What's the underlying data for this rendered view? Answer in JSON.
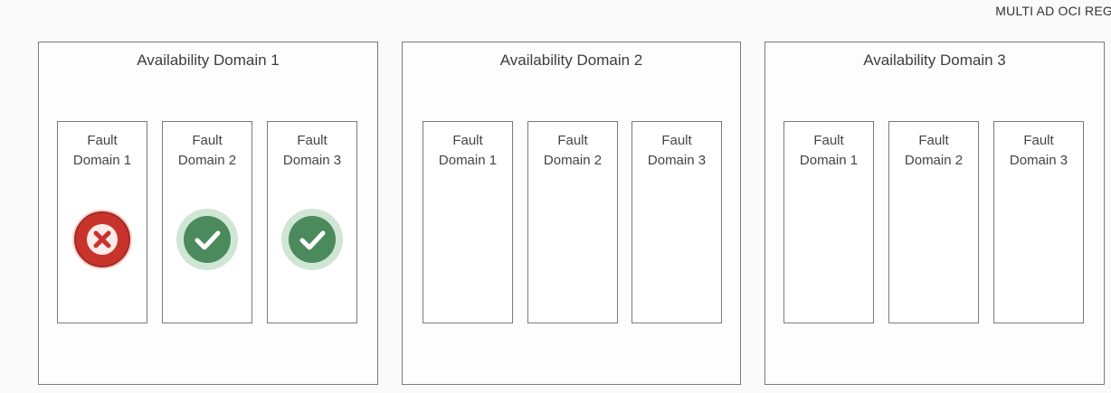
{
  "region": {
    "title": "MULTI AD OCI REG"
  },
  "availability_domains": [
    {
      "title": "Availability Domain 1",
      "fault_domains": [
        {
          "line1": "Fault",
          "line2": "Domain 1",
          "status": "failed",
          "icon": "x-circle-icon",
          "color": "#c8342c"
        },
        {
          "line1": "Fault",
          "line2": "Domain 2",
          "status": "ok",
          "icon": "check-circle-icon",
          "color": "#4a8a5c"
        },
        {
          "line1": "Fault",
          "line2": "Domain 3",
          "status": "ok",
          "icon": "check-circle-icon",
          "color": "#4a8a5c"
        }
      ]
    },
    {
      "title": "Availability Domain 2",
      "fault_domains": [
        {
          "line1": "Fault",
          "line2": "Domain 1"
        },
        {
          "line1": "Fault",
          "line2": "Domain 2"
        },
        {
          "line1": "Fault",
          "line2": "Domain 3"
        }
      ]
    },
    {
      "title": "Availability Domain 3",
      "fault_domains": [
        {
          "line1": "Fault",
          "line2": "Domain 1"
        },
        {
          "line1": "Fault",
          "line2": "Domain 2"
        },
        {
          "line1": "Fault",
          "line2": "Domain 3"
        }
      ]
    }
  ]
}
